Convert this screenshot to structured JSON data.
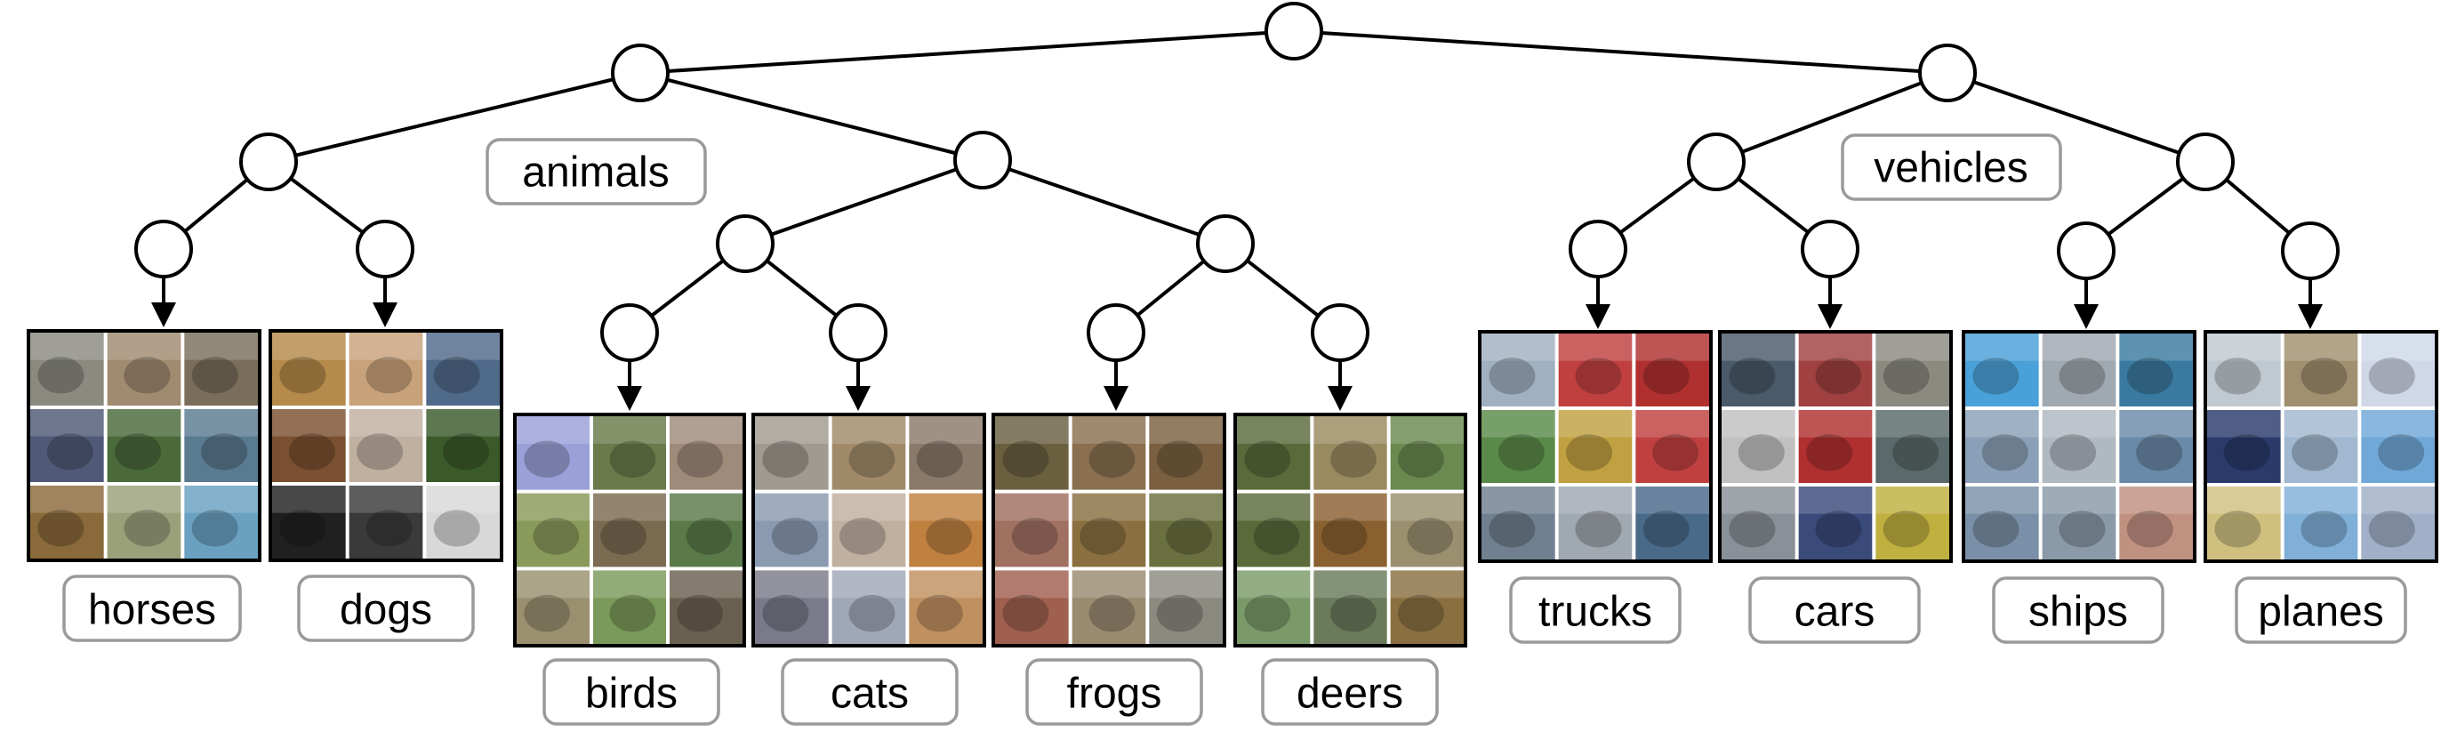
{
  "groups": {
    "animals": "animals",
    "vehicles": "vehicles"
  },
  "classes": {
    "horses": "horses",
    "dogs": "dogs",
    "birds": "birds",
    "cats": "cats",
    "frogs": "frogs",
    "deers": "deers",
    "trucks": "trucks",
    "cars": "cars",
    "ships": "ships",
    "planes": "planes"
  },
  "palette": {
    "horses": [
      "#8a8a80",
      "#a08a70",
      "#7a6e5a",
      "#505a78",
      "#4a6a3a",
      "#5a7a90",
      "#8a6a3a",
      "#9aa07a",
      "#6aa0c0"
    ],
    "dogs": [
      "#b58a4a",
      "#c8a27a",
      "#506a8a",
      "#7a5030",
      "#c0b0a0",
      "#3a5a2a",
      "#202020",
      "#3a3a3a",
      "#d8d8d8"
    ],
    "birds": [
      "#9aa0d8",
      "#6a7a4a",
      "#a08a7a",
      "#8a9a5a",
      "#7a6a50",
      "#5a7a4a",
      "#9a9070",
      "#7a9a5a",
      "#6a6050"
    ],
    "cats": [
      "#a09a90",
      "#a08a6a",
      "#8a7a6a",
      "#8a9ab0",
      "#c0b0a0",
      "#c08040",
      "#7a7a8a",
      "#a0a8b8",
      "#c09060"
    ],
    "frogs": [
      "#6a6040",
      "#8a7050",
      "#7a6040",
      "#a07060",
      "#8a7040",
      "#6a7040",
      "#a06050",
      "#9a8a70",
      "#8a8a80"
    ],
    "deers": [
      "#5a6a3a",
      "#9a8a60",
      "#6a8a50",
      "#5a6a3a",
      "#8a6030",
      "#9a9070",
      "#7a9a6a",
      "#6a7a5a",
      "#8a7040"
    ],
    "trucks": [
      "#a0b0c0",
      "#c04040",
      "#b03030",
      "#5a8a4a",
      "#c0a040",
      "#c04040",
      "#708090",
      "#a0a8b0",
      "#4a6a8a"
    ],
    "cars": [
      "#4a5a6a",
      "#a04040",
      "#8a8a80",
      "#c0c0c0",
      "#b03030",
      "#5a6a6a",
      "#8a9098",
      "#3a4a7a",
      "#c0b040"
    ],
    "ships": [
      "#4aa0d8",
      "#a0a8b0",
      "#3a7aa0",
      "#8aa0b8",
      "#b0b8c0",
      "#6a8aa8",
      "#7a90a8",
      "#8a9aa8",
      "#c09080"
    ],
    "planes": [
      "#c0c8d0",
      "#a09070",
      "#d0d8e8",
      "#2a3a6a",
      "#a0b8d0",
      "#70a8d8",
      "#d0c080",
      "#80b0d8",
      "#a0b0c8"
    ]
  }
}
